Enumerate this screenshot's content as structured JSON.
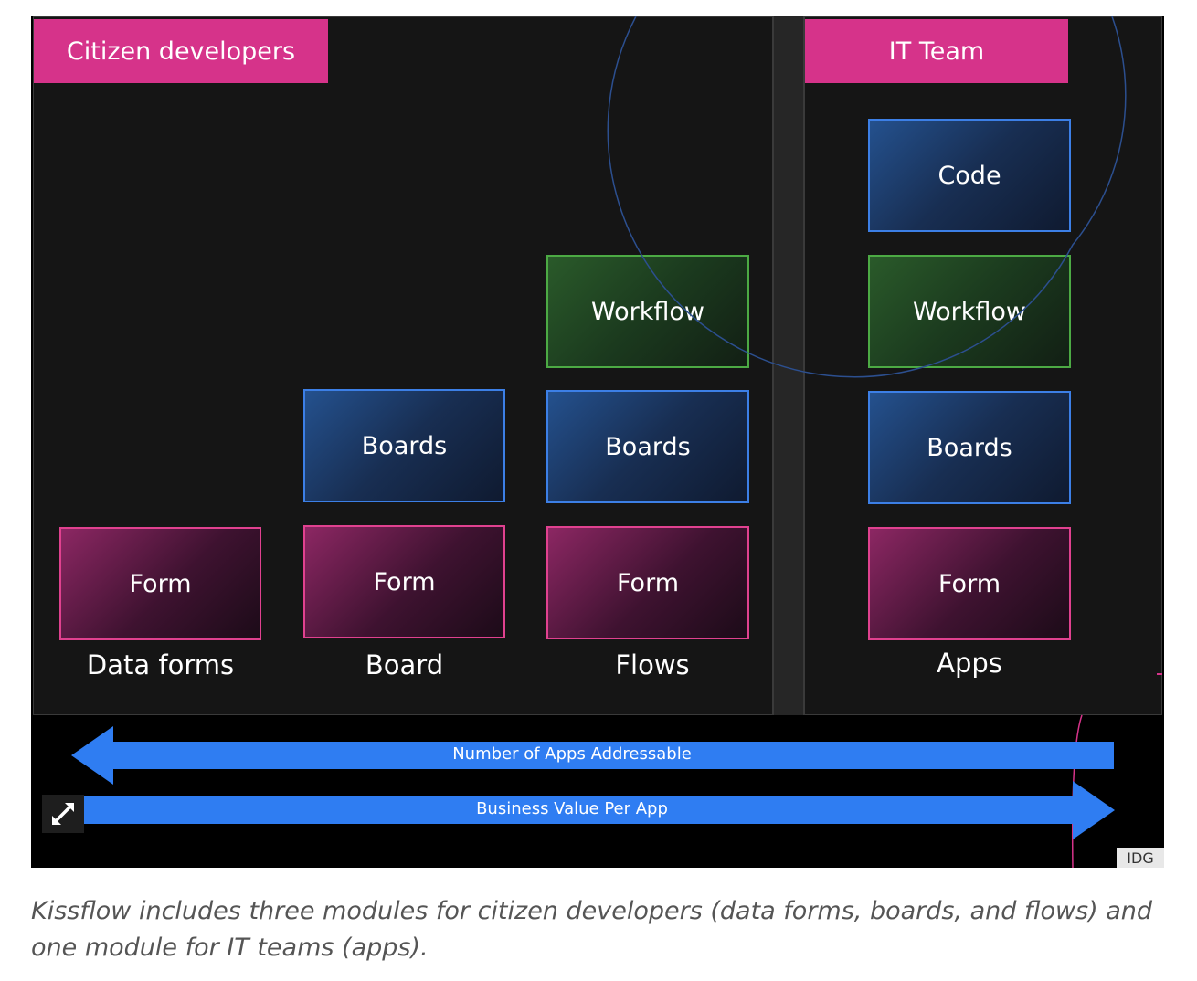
{
  "headers": {
    "citizen": "Citizen developers",
    "it": "IT Team"
  },
  "columns": [
    {
      "label": "Data forms",
      "blocks": [
        "Form"
      ]
    },
    {
      "label": "Board",
      "blocks": [
        "Boards",
        "Form"
      ]
    },
    {
      "label": "Flows",
      "blocks": [
        "Workflow",
        "Boards",
        "Form"
      ]
    },
    {
      "label": "Apps",
      "blocks": [
        "Code",
        "Workflow",
        "Boards",
        "Form"
      ]
    }
  ],
  "arrows": {
    "left": "Number of Apps Addressable",
    "right": "Business Value Per App"
  },
  "credit": "IDG",
  "caption": "Kissflow includes three modules for citizen developers (data forms, boards, and flows) and one module for IT teams (apps).",
  "colors": {
    "pink": "#d6338a",
    "blue": "#3c7fe6",
    "green": "#4caa44",
    "arrow": "#2f7df2"
  },
  "icons": {
    "expand": "expand-icon"
  }
}
